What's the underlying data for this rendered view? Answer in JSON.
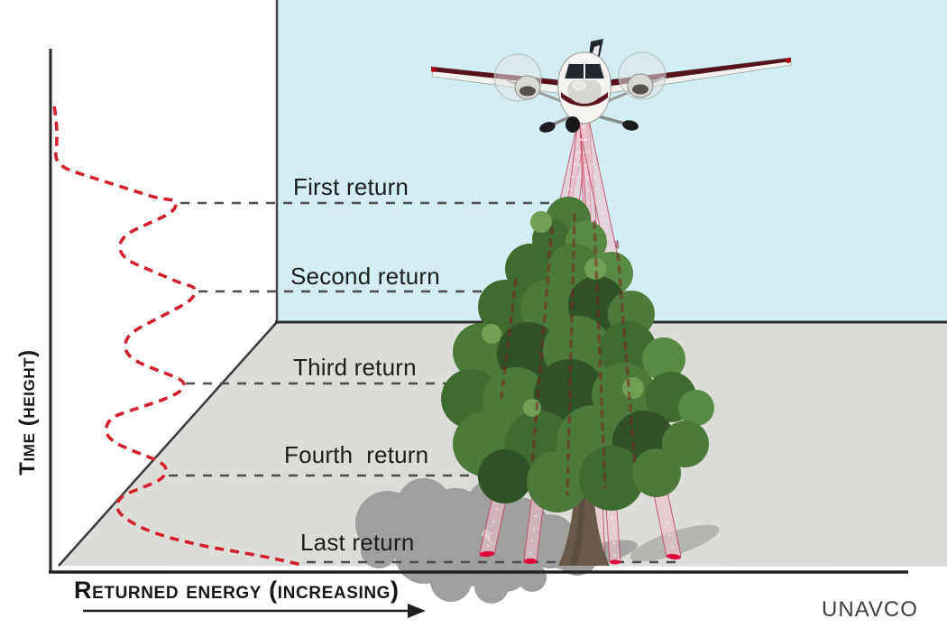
{
  "figure": {
    "description": "LiDAR full-waveform returns diagram: aircraft emits laser pulses over a tree; waveform at left shows returned energy for each return",
    "credit": "UNAVCO"
  },
  "axes": {
    "y_label": "Time (height)",
    "x_label": "Returned energy (increasing)"
  },
  "returns": [
    {
      "label": "First return"
    },
    {
      "label": "Second return"
    },
    {
      "label": "Third return"
    },
    {
      "label": "Fourth  return"
    },
    {
      "label": "Last return"
    }
  ],
  "colors": {
    "sky": "#d2eef3",
    "ground": "#dcdcd8",
    "waveform_red": "#d2202e",
    "beam_pink": "#eec2cd",
    "beam_hit_red": "#e0043c",
    "dashed_line_gray": "#4d4d4d",
    "text": "#1c1c1b",
    "credit_text": "#3e3f43",
    "tree_green": "#4b7a3a",
    "trunk_brown": "#675a49",
    "shadow_gray": "#9f9f9d"
  },
  "chart_data": {
    "type": "line",
    "title": "Returned energy waveform vs time (height)",
    "xlabel": "Returned energy (increasing)",
    "ylabel": "Time (height)",
    "style": "red dashed vertical waveform profile; each energy peak aligns with a labeled return height",
    "series": [
      {
        "name": "returned energy",
        "peaks": [
          {
            "return": "First return",
            "relative_energy": 0.51
          },
          {
            "return": "Second return",
            "relative_energy": 0.58
          },
          {
            "return": "Third return",
            "relative_energy": 0.53
          },
          {
            "return": "Fourth  return",
            "relative_energy": 0.46
          },
          {
            "return": "Last return",
            "relative_energy": 1.0
          }
        ]
      }
    ]
  }
}
